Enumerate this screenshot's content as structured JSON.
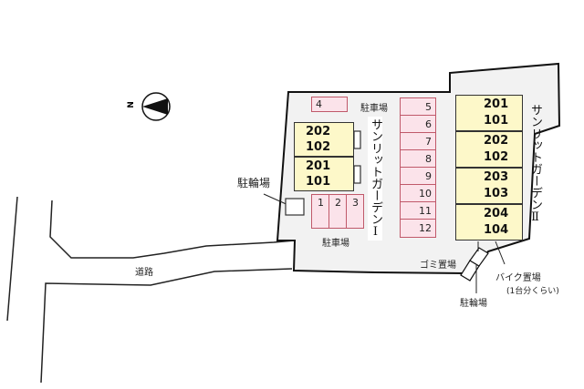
{
  "compass": {
    "north_label": "N"
  },
  "road": {
    "label": "道路"
  },
  "building_1": {
    "name": "サンリットガーデンⅠ",
    "units": [
      {
        "upper": "202",
        "lower": "102"
      },
      {
        "upper": "201",
        "lower": "101"
      }
    ]
  },
  "building_2": {
    "name": "サンリットガーデンⅡ",
    "units": [
      {
        "upper": "201",
        "lower": "101"
      },
      {
        "upper": "202",
        "lower": "102"
      },
      {
        "upper": "203",
        "lower": "103"
      },
      {
        "upper": "204",
        "lower": "104"
      }
    ]
  },
  "parking": {
    "top_label": "駐車場",
    "bottom_label": "駐車場",
    "spot_4": "4",
    "bottom_spots": [
      "1",
      "2",
      "3"
    ],
    "column_spots": [
      "5",
      "6",
      "7",
      "8",
      "9",
      "10",
      "11",
      "12"
    ]
  },
  "bicycle_parking_left": {
    "label": "駐輪場"
  },
  "bicycle_parking_right": {
    "label": "駐輪場"
  },
  "garbage": {
    "label": "ゴミ置場"
  },
  "bike_parking": {
    "label": "バイク置場",
    "note": "(1台分くらい)"
  },
  "colors": {
    "unit_fill": "#fdf8c9",
    "parking_fill": "#fbe3ea",
    "parking_border": "#c0596a",
    "lot_fill": "#f2f2f2",
    "outline": "#111111"
  }
}
